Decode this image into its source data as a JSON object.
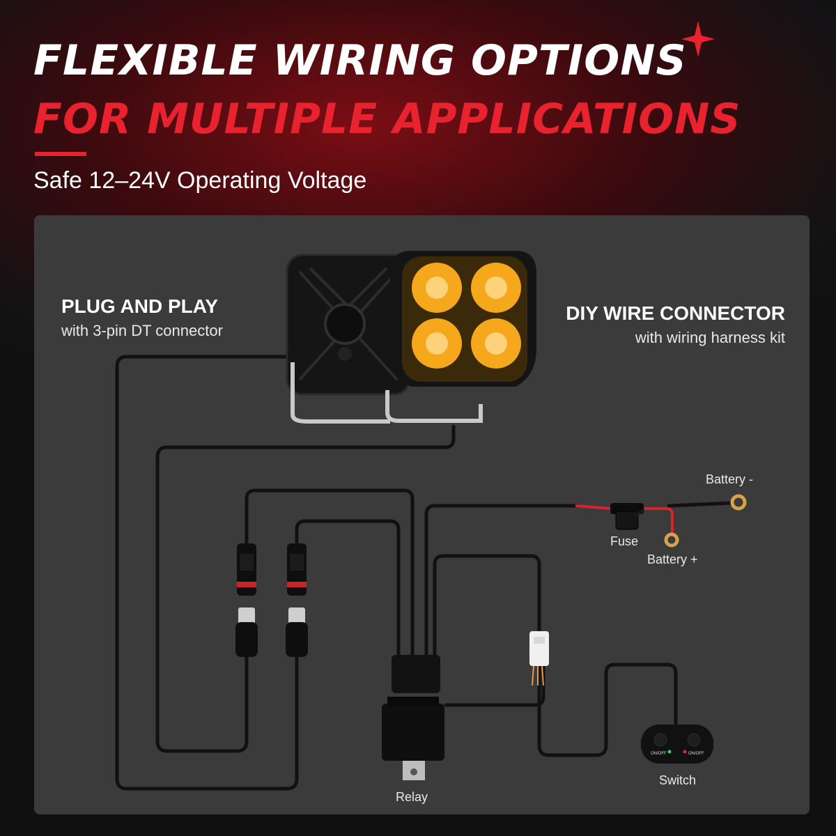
{
  "header": {
    "title_line1": "FLEXIBLE WIRING OPTIONS",
    "title_line2": "FOR MULTIPLE APPLICATIONS",
    "subtitle": "Safe 12–24V Operating Voltage"
  },
  "labels": {
    "plug_title": "PLUG AND PLAY",
    "plug_sub": "with 3-pin DT connector",
    "diy_title": "DIY WIRE CONNECTOR",
    "diy_sub": "with wiring harness kit",
    "battery_neg": "Battery -",
    "fuse": "Fuse",
    "battery_pos": "Battery +",
    "relay": "Relay",
    "switch": "Switch",
    "switch_left": "ON/OFF",
    "switch_right": "ON/OFF"
  },
  "colors": {
    "accent": "#e8232f",
    "panel": "#3b3b3b",
    "amber_lens": "#f5a81c",
    "wire": "#111111"
  },
  "icons": {
    "sparkle": "four-point-star-icon",
    "light_black": "led-pod-light-icon",
    "light_amber": "amber-led-pod-light-icon"
  }
}
